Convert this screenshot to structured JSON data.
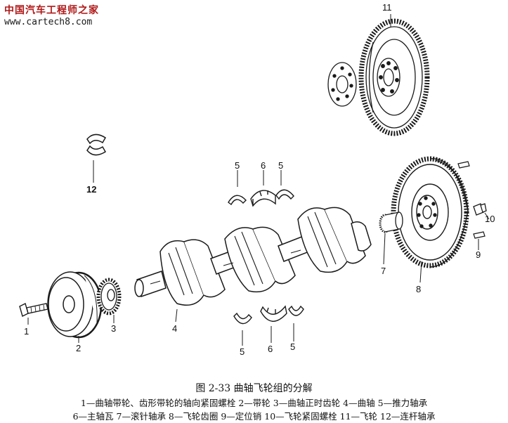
{
  "watermark": {
    "site_name": "中国汽车工程师之家",
    "url": "www.cartech8.com"
  },
  "callouts": [
    "1",
    "2",
    "3",
    "4",
    "5",
    "6",
    "5",
    "5",
    "6",
    "5",
    "7",
    "8",
    "9",
    "10",
    "11",
    "12"
  ],
  "caption": {
    "title": "图 2-33   曲轴飞轮组的分解",
    "legend_line1": "1—曲轴带轮、齿形带轮的轴向紧固螺栓   2—带轮   3—曲轴正时齿轮   4—曲轴   5—推力轴承",
    "legend_line2": "6—主轴瓦   7—滚针轴承   8—飞轮齿圈   9—定位销   10—飞轮紧固螺栓   11—飞轮   12—连杆轴承"
  }
}
